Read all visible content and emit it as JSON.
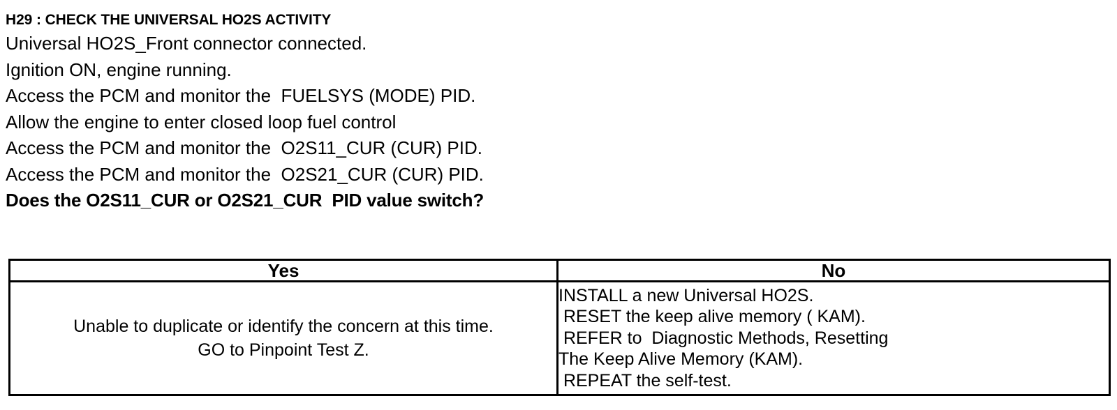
{
  "procedure": {
    "title": "H29 : CHECK THE UNIVERSAL HO2S ACTIVITY",
    "steps": [
      "Universal HO2S_Front connector connected.",
      "Ignition ON, engine running.",
      "Access the PCM and monitor the  FUELSYS (MODE) PID.",
      "Allow the engine to enter closed loop fuel control",
      "Access the PCM and monitor the  O2S11_CUR (CUR) PID.",
      "Access the PCM and monitor the  O2S21_CUR (CUR) PID."
    ],
    "question": "Does the O2S11_CUR or O2S21_CUR  PID value switch?"
  },
  "decision_table": {
    "headers": {
      "yes": "Yes",
      "no": "No"
    },
    "yes_actions": [
      "Unable to duplicate or identify the concern at this time.",
      "GO to Pinpoint Test Z."
    ],
    "no_actions": [
      "INSTALL a new Universal HO2S.",
      " RESET the keep alive memory ( KAM).",
      " REFER to  Diagnostic Methods, Resetting",
      "The Keep Alive Memory (KAM).",
      " REPEAT the self-test."
    ]
  },
  "colors": {
    "text": "#000000",
    "background": "#ffffff",
    "border": "#000000"
  }
}
